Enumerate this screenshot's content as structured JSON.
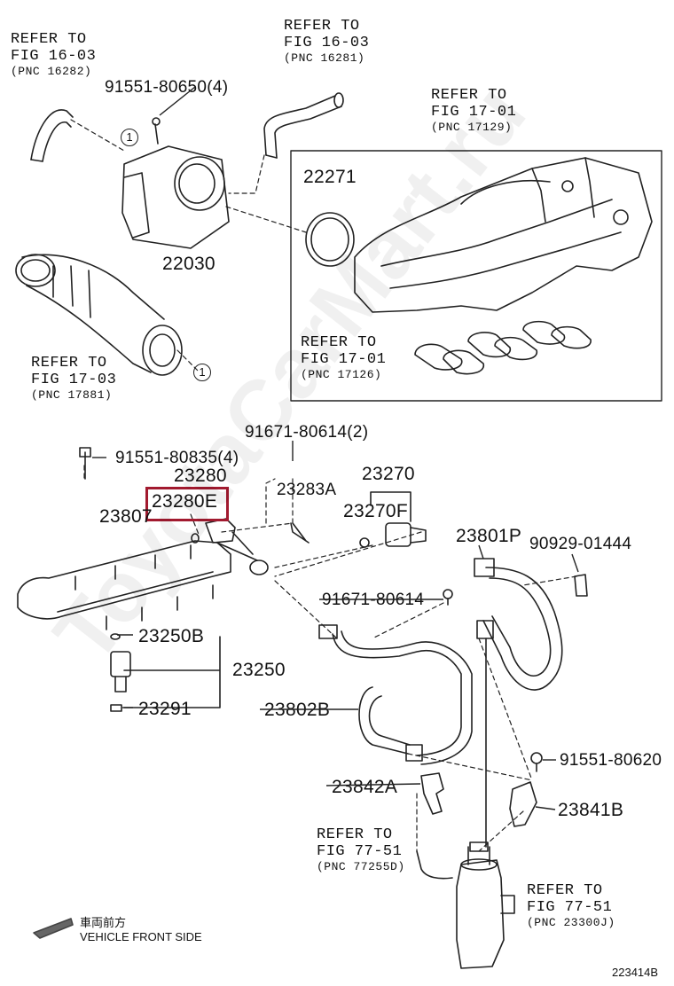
{
  "watermark": "ToyotaCarMart.ru",
  "refs": [
    {
      "id": "r1",
      "line1": "REFER TO",
      "line2": "FIG 16-03",
      "pnc": "(PNC 16282)"
    },
    {
      "id": "r2",
      "line1": "REFER TO",
      "line2": "FIG 16-03",
      "pnc": "(PNC 16281)"
    },
    {
      "id": "r3",
      "line1": "REFER TO",
      "line2": "FIG 17-01",
      "pnc": "(PNC 17129)"
    },
    {
      "id": "r4",
      "line1": "REFER TO",
      "line2": "FIG 17-01",
      "pnc": "(PNC 17126)"
    },
    {
      "id": "r5",
      "line1": "REFER TO",
      "line2": "FIG 17-03",
      "pnc": "(PNC 17881)"
    },
    {
      "id": "r6",
      "line1": "REFER TO",
      "line2": "FIG 77-51",
      "pnc": "(PNC 77255D)"
    },
    {
      "id": "r7",
      "line1": "REFER TO",
      "line2": "FIG 77-51",
      "pnc": "(PNC 23300J)"
    }
  ],
  "parts": {
    "p91551_80650": "91551-80650(4)",
    "p22030": "22030",
    "p22271": "22271",
    "p91671_80614_2": "91671-80614(2)",
    "p91551_80835": "91551-80835(4)",
    "p23280": "23280",
    "p23280E": "23280E",
    "p23283A": "23283A",
    "p23270": "23270",
    "p23270F": "23270F",
    "p23807": "23807",
    "p23801P": "23801P",
    "p90929_01444": "90929-01444",
    "p91671_80614": "91671-80614",
    "p23250B": "23250B",
    "p23250": "23250",
    "p23291": "23291",
    "p23802B": "23802B",
    "p91551_80620": "91551-80620",
    "p23842A": "23842A",
    "p23841B": "23841B"
  },
  "circle_marker": "1",
  "front": {
    "jp": "車両前方",
    "en": "VEHICLE FRONT SIDE"
  },
  "diagram_id": "223414B"
}
